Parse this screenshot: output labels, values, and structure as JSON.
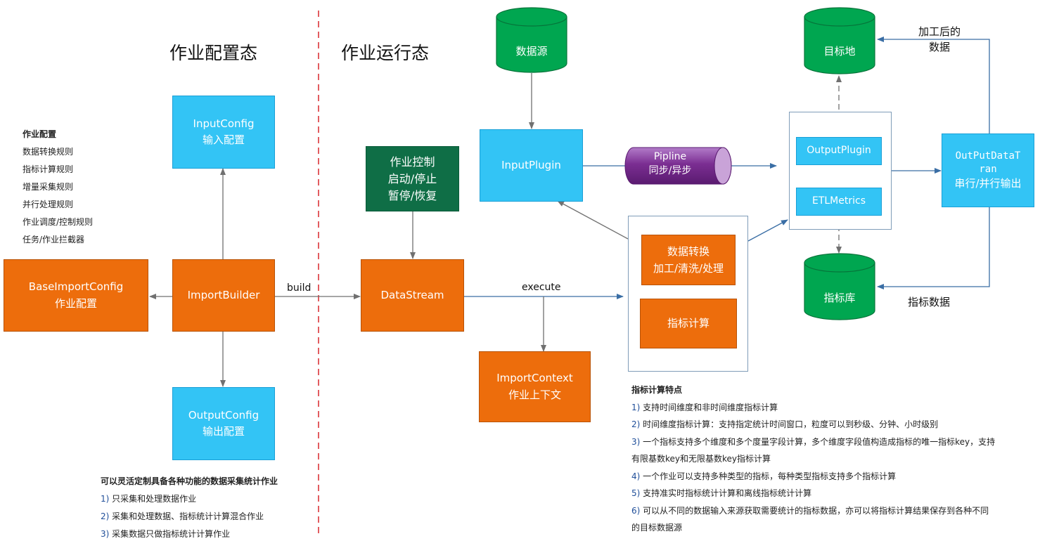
{
  "sections": {
    "config_title": "作业配置态",
    "runtime_title": "作业运行态"
  },
  "job_config": {
    "heading": "作业配置",
    "items": [
      "数据转换规则",
      "指标计算规则",
      "增量采集规则",
      "并行处理规则",
      "作业调度/控制规则",
      "任务/作业拦截器"
    ]
  },
  "nodes": {
    "input_config": {
      "line1": "InputConfig",
      "line2": "输入配置"
    },
    "base_import_config": {
      "line1": "BaseImportConfig",
      "line2": "作业配置"
    },
    "import_builder": {
      "line1": "ImportBuilder"
    },
    "output_config": {
      "line1": "OutputConfig",
      "line2": "输出配置"
    },
    "job_control": {
      "line1": "作业控制",
      "line2": "启动/停止",
      "line3": "暂停/恢复"
    },
    "data_stream": {
      "line1": "DataStream"
    },
    "import_context": {
      "line1": "ImportContext",
      "line2": "作业上下文"
    },
    "input_plugin": {
      "line1": "InputPlugin"
    },
    "data_transform": {
      "line1": "数据转换",
      "line2": "加工/清洗/处理"
    },
    "metrics_calc": {
      "line1": "指标计算"
    },
    "output_plugin": {
      "line1": "OutputPlugin"
    },
    "etl_metrics": {
      "line1": "ETLMetrics"
    },
    "output_data_tran": {
      "line1": "OutPutDataT",
      "line2": "ran",
      "line3": "串行/并行输出"
    },
    "pipeline": {
      "line1": "Pipline",
      "line2": "同步/异步"
    },
    "data_source": {
      "label": "数据源"
    },
    "target": {
      "label": "目标地"
    },
    "metrics_store": {
      "label": "指标库"
    }
  },
  "edge_labels": {
    "build": "build",
    "execute": "execute",
    "processed_data_1": "加工后的",
    "processed_data_2": "数据",
    "metrics_data": "指标数据"
  },
  "bottom_left_note": {
    "heading": "可以灵活定制具备各种功能的数据采集统计作业",
    "items": [
      {
        "num": "1)",
        "text": " 只采集和处理数据作业"
      },
      {
        "num": "2)",
        "text": " 采集和处理数据、指标统计计算混合作业"
      },
      {
        "num": "3)",
        "text": " 采集数据只做指标统计计算作业"
      }
    ]
  },
  "metrics_features": {
    "heading": "指标计算特点",
    "items": [
      {
        "num": "1)",
        "text": " 支持时间维度和非时间维度指标计算"
      },
      {
        "num": "2)",
        "text": " 时间维度指标计算：支持指定统计时间窗口，粒度可以到秒级、分钟、小时级别"
      },
      {
        "num": "3)",
        "text": " 一个指标支持多个维度和多个度量字段计算，多个维度字段值构造成指标的唯一指标key，支持",
        "cont": "有限基数key和无限基数key指标计算"
      },
      {
        "num": "4)",
        "text": " 一个作业可以支持多种类型的指标，每种类型指标支持多个指标计算"
      },
      {
        "num": "5)",
        "text": " 支持准实时指标统计计算和离线指标统计计算"
      },
      {
        "num": "6)",
        "text": " 可以从不同的数据输入来源获取需要统计的指标数据，亦可以将指标计算结果保存到各种不同",
        "cont": "的目标数据源"
      }
    ]
  },
  "colors": {
    "blue_box": "#33c4f5",
    "orange_box": "#ed6d0c",
    "green_box": "#0f6e46",
    "cylinder": "#00a650",
    "pipeline": "#7b2e92",
    "divider": "#d9262c",
    "arrow": "#707070",
    "arrow_blue": "#3a6ea5"
  }
}
